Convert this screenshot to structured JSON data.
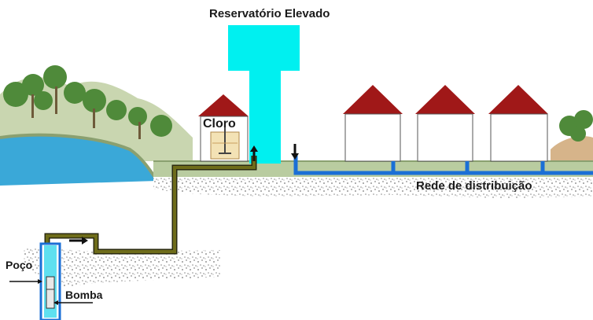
{
  "diagram": {
    "title": "Reservatório Elevado",
    "labels": {
      "chlorine": "Cloro",
      "distribution": "Rede de distribuição",
      "well": "Poço",
      "pump": "Bomba"
    },
    "colors": {
      "water_reservoir": "#00f0f0",
      "distribution_pipe": "#1a6fd6",
      "supply_pipe": "#6e6c1a",
      "roof": "#a01818",
      "lake": "#3aa8d8",
      "tree_foliage": "#4f8a3a"
    },
    "houses": 3,
    "flow_arrows": [
      "right",
      "up",
      "down"
    ]
  }
}
